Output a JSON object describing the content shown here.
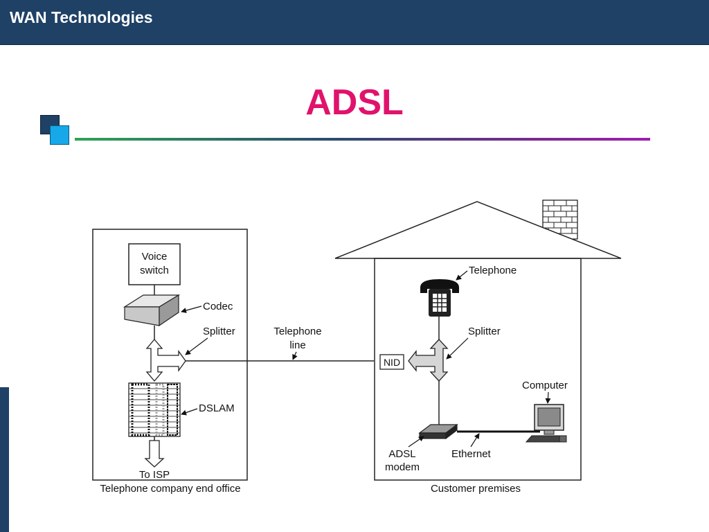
{
  "header": {
    "title": "WAN Technologies"
  },
  "slide": {
    "title": "ADSL"
  },
  "diagram": {
    "office": {
      "caption": "Telephone company end office",
      "voice_switch": [
        "Voice",
        "switch"
      ],
      "codec": "Codec",
      "splitter": "Splitter",
      "dslam": "DSLAM",
      "to_isp": "To ISP"
    },
    "telephone_line": [
      "Telephone",
      "line"
    ],
    "premises": {
      "caption": "Customer premises",
      "telephone": "Telephone",
      "splitter": "Splitter",
      "nid": "NID",
      "computer": "Computer",
      "adsl_modem": [
        "ADSL",
        "modem"
      ],
      "ethernet": "Ethernet"
    }
  }
}
